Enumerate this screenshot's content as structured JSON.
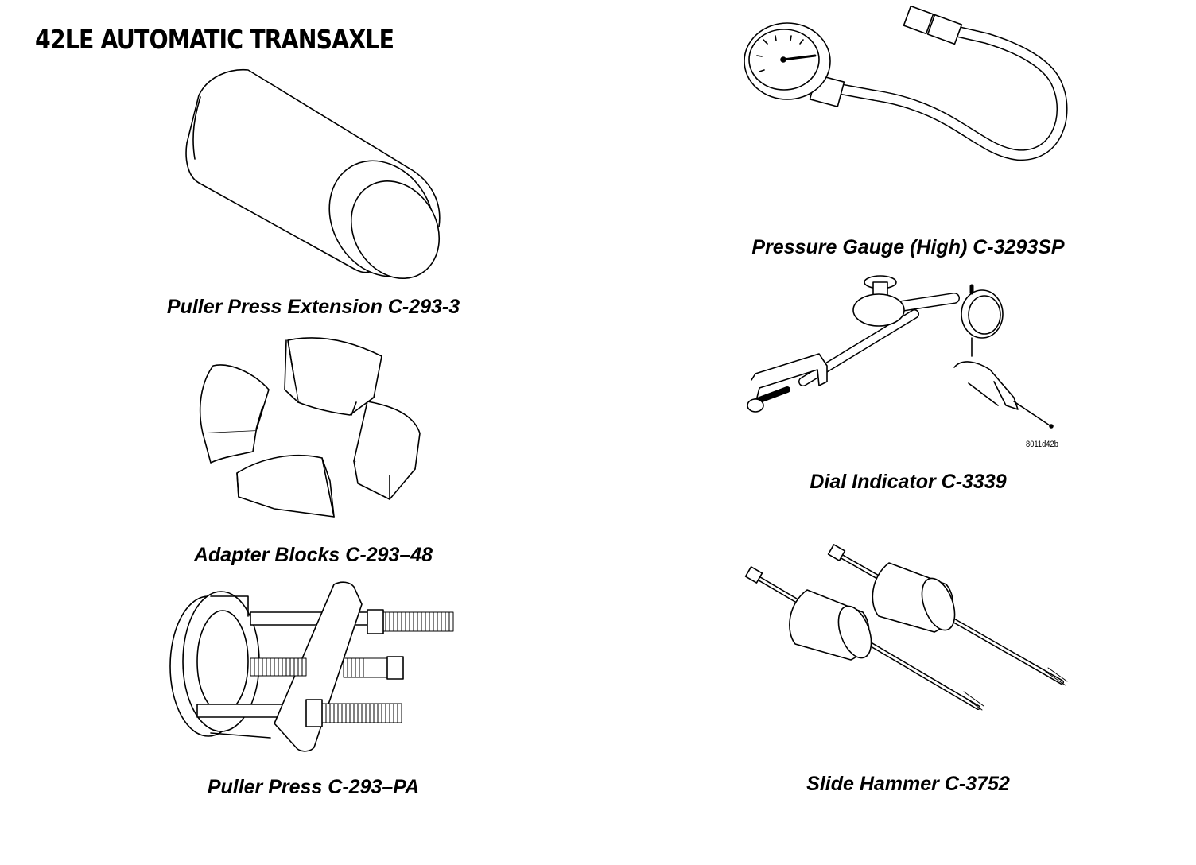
{
  "page": {
    "title": "42LE AUTOMATIC TRANSAXLE",
    "figure_code": "8011d42b"
  },
  "tools": [
    {
      "caption": "Puller Press Extension C-293-3",
      "icon": "cylinder-extension"
    },
    {
      "caption": "Adapter Blocks C-293–48",
      "icon": "adapter-blocks"
    },
    {
      "caption": "Puller Press C-293–PA",
      "icon": "puller-press"
    },
    {
      "caption": "Pressure Gauge (High) C-3293SP",
      "icon": "pressure-gauge"
    },
    {
      "caption": "Dial Indicator C-3339",
      "icon": "dial-indicator"
    },
    {
      "caption": "Slide Hammer C-3752",
      "icon": "slide-hammer"
    }
  ]
}
